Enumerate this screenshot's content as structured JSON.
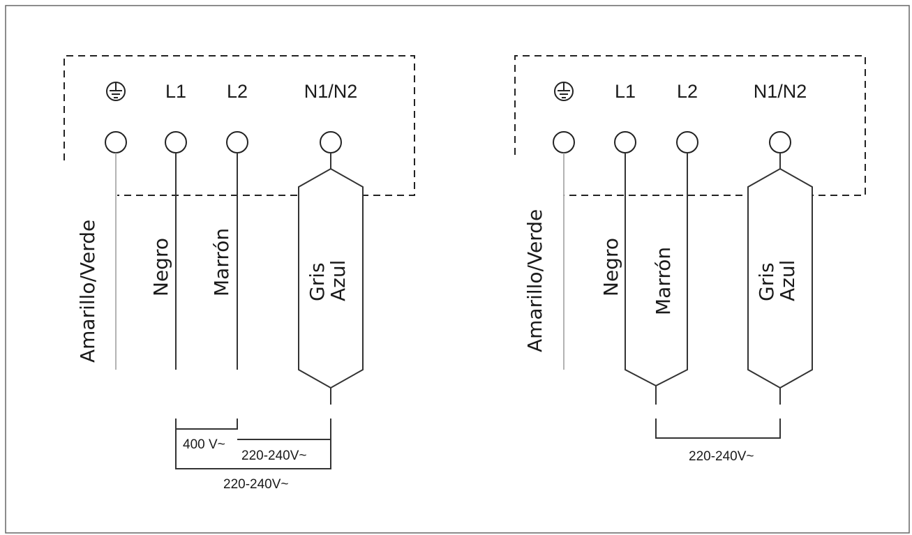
{
  "colors": {
    "line": "#333333",
    "earth_wire": "#9a9a9a",
    "frame": "#666666",
    "background": "#ffffff"
  },
  "diagrams": [
    {
      "terminals": [
        "L1",
        "L2",
        "N1/N2"
      ],
      "earth_icon": "earth-ground-icon",
      "wires": {
        "earth": "Amarillo/Verde",
        "l1": "Negro",
        "l2": "Marrón",
        "n_gris": "Gris",
        "n_azul": "Azul"
      },
      "voltages": [
        "400 V~",
        "220-240V~",
        "220-240V~"
      ]
    },
    {
      "terminals": [
        "L1",
        "L2",
        "N1/N2"
      ],
      "earth_icon": "earth-ground-icon",
      "wires": {
        "earth": "Amarillo/Verde",
        "l1": "Negro",
        "l2": "Marrón",
        "n_gris": "Gris",
        "n_azul": "Azul"
      },
      "voltages": [
        "220-240V~"
      ]
    }
  ]
}
